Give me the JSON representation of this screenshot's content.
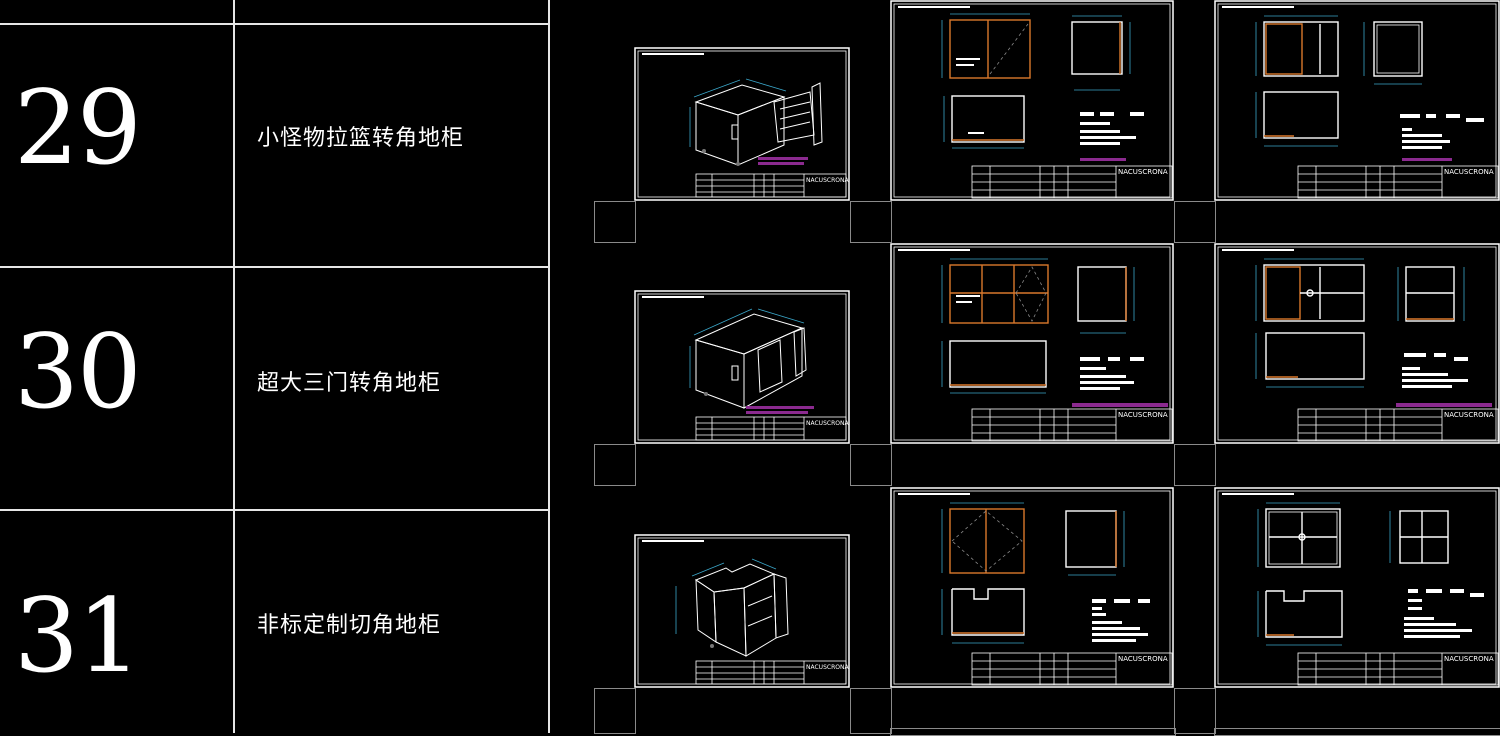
{
  "table": {
    "rows": [
      {
        "number": "29",
        "name": "小怪物拉篮转角地柜"
      },
      {
        "number": "30",
        "name": "超大三门转角地柜"
      },
      {
        "number": "31",
        "name": "非标定制切角地柜"
      }
    ]
  },
  "drawings": {
    "brand_text": "NACUSCRONA",
    "colors": {
      "background": "#000000",
      "frame": "#ffffff",
      "dimension": "#3aa6c9",
      "panel_edge": "#d9782c",
      "highlight_bar": "#8b2a8f"
    }
  }
}
